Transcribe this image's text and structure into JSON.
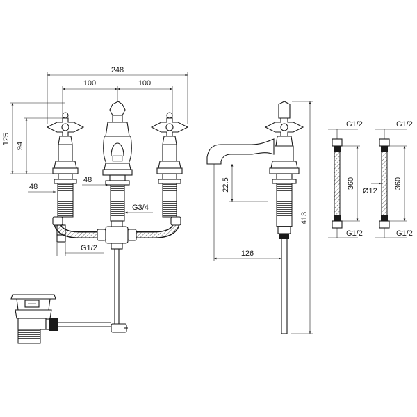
{
  "dimensions": {
    "overall_width": "248",
    "spacing_left": "100",
    "spacing_right": "100",
    "height_total": "125",
    "height_spout": "94",
    "tail_left": "48",
    "tail_center": "48",
    "inlet_thread": "G3/4",
    "outlet_thread": "G1/2",
    "spout_projection_height": "22.5",
    "spout_reach": "126",
    "overall_height": "413",
    "hose1_top_thread": "G1/2",
    "hose1_length": "360",
    "hose1_bottom_thread": "G1/2",
    "hose2_top_thread": "G1/2",
    "hose2_length": "360",
    "hose2_diameter": "Ø12",
    "hose2_bottom_thread": "G1/2"
  }
}
